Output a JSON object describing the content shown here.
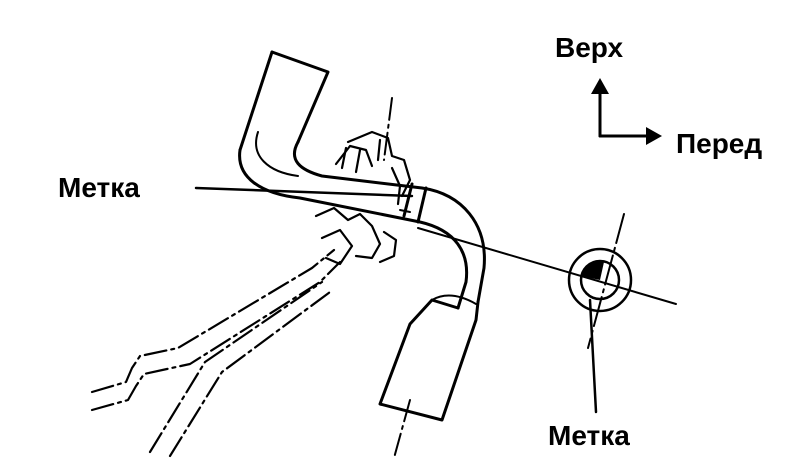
{
  "labels": {
    "up": "Верх",
    "front": "Перед",
    "mark_left": "Метка",
    "mark_bottom": "Метка"
  },
  "colors": {
    "ink": "#000000",
    "paper": "#ffffff"
  },
  "icons": {
    "direction": "direction-arrows-icon",
    "marker": "alignment-mark-icon"
  }
}
